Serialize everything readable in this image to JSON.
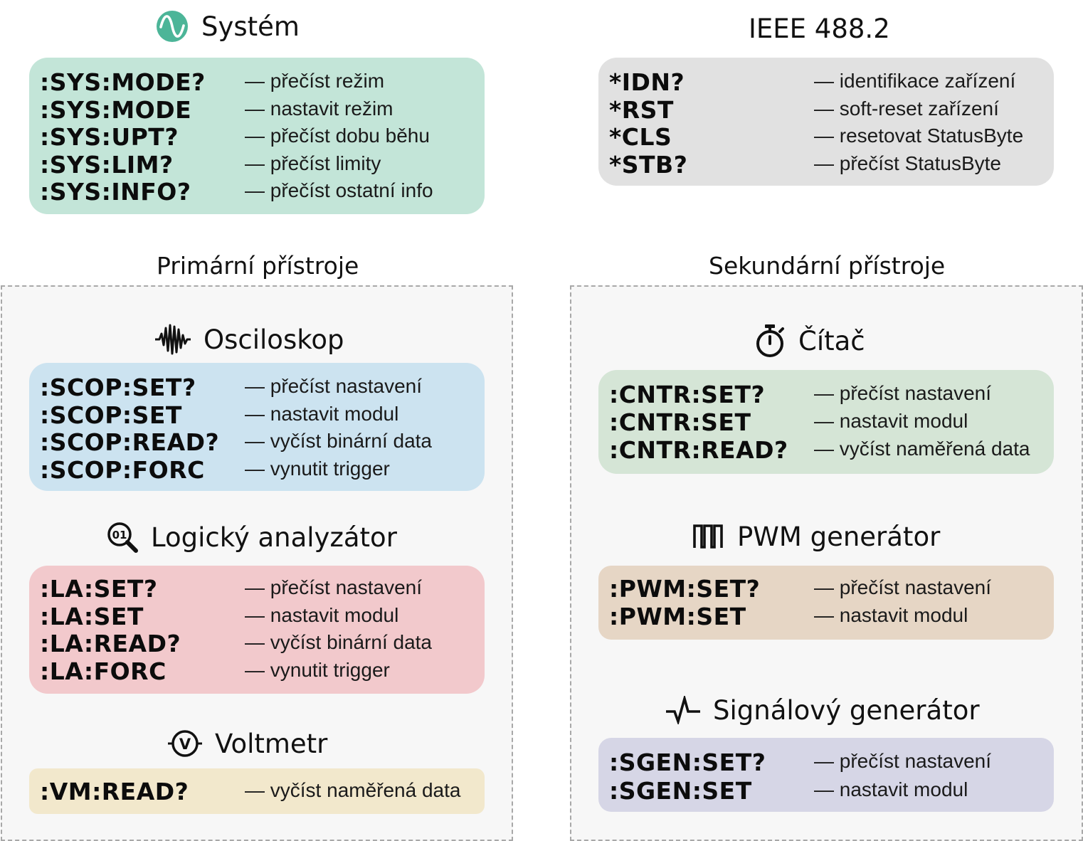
{
  "colors": {
    "system": "#c3e5d8",
    "ieee": "#e1e1e1",
    "scope": "#cce3f0",
    "la": "#f2c9cc",
    "vm": "#f2e8cc",
    "counter": "#d5e5d6",
    "pwm": "#e6d6c5",
    "sgen": "#d6d6e6",
    "frame": "#f7f7f7"
  },
  "icons": {
    "system": "sine-wave-circle-icon",
    "scope": "oscilloscope-waveform-icon",
    "la": "logic-analyzer-magnifier-icon",
    "vm": "voltmeter-icon",
    "counter": "stopwatch-icon",
    "pwm": "pwm-pulse-icon",
    "sgen": "signal-generator-icon"
  },
  "groups": {
    "primary_title": "Primární přístroje",
    "secondary_title": "Sekundární přístroje"
  },
  "system": {
    "title": "Systém",
    "commands": [
      {
        "cmd": ":SYS:MODE?",
        "desc": "— přečíst režim"
      },
      {
        "cmd": ":SYS:MODE",
        "desc": "— nastavit režim"
      },
      {
        "cmd": ":SYS:UPT?",
        "desc": "— přečíst dobu běhu"
      },
      {
        "cmd": ":SYS:LIM?",
        "desc": "— přečíst limity"
      },
      {
        "cmd": ":SYS:INFO?",
        "desc": "— přečíst ostatní info"
      }
    ]
  },
  "ieee": {
    "title": "IEEE 488.2",
    "commands": [
      {
        "cmd": "*IDN?",
        "desc": "— identifikace zařízení"
      },
      {
        "cmd": "*RST",
        "desc": "— soft-reset zařízení"
      },
      {
        "cmd": "*CLS",
        "desc": "— resetovat StatusByte"
      },
      {
        "cmd": "*STB?",
        "desc": "— přečíst StatusByte"
      }
    ]
  },
  "scope": {
    "title": "Osciloskop",
    "commands": [
      {
        "cmd": ":SCOP:SET?",
        "desc": "— přečíst nastavení"
      },
      {
        "cmd": ":SCOP:SET",
        "desc": "— nastavit modul"
      },
      {
        "cmd": ":SCOP:READ?",
        "desc": "— vyčíst binární data"
      },
      {
        "cmd": ":SCOP:FORC",
        "desc": "— vynutit trigger"
      }
    ]
  },
  "la": {
    "title": "Logický analyzátor",
    "icon_text": "01",
    "commands": [
      {
        "cmd": ":LA:SET?",
        "desc": "— přečíst nastavení"
      },
      {
        "cmd": ":LA:SET",
        "desc": "— nastavit modul"
      },
      {
        "cmd": ":LA:READ?",
        "desc": "— vyčíst binární data"
      },
      {
        "cmd": ":LA:FORC",
        "desc": "— vynutit trigger"
      }
    ]
  },
  "vm": {
    "title": "Voltmetr",
    "icon_text": "V",
    "commands": [
      {
        "cmd": ":VM:READ?",
        "desc": "— vyčíst naměřená data"
      }
    ]
  },
  "counter": {
    "title": "Čítač",
    "commands": [
      {
        "cmd": ":CNTR:SET?",
        "desc": "— přečíst nastavení"
      },
      {
        "cmd": ":CNTR:SET",
        "desc": "— nastavit modul"
      },
      {
        "cmd": ":CNTR:READ?",
        "desc": "— vyčíst naměřená data"
      }
    ]
  },
  "pwm": {
    "title": "PWM generátor",
    "commands": [
      {
        "cmd": ":PWM:SET?",
        "desc": "— přečíst nastavení"
      },
      {
        "cmd": ":PWM:SET",
        "desc": "— nastavit modul"
      }
    ]
  },
  "sgen": {
    "title": "Signálový generátor",
    "commands": [
      {
        "cmd": ":SGEN:SET?",
        "desc": "— přečíst nastavení"
      },
      {
        "cmd": ":SGEN:SET",
        "desc": "— nastavit modul"
      }
    ]
  }
}
